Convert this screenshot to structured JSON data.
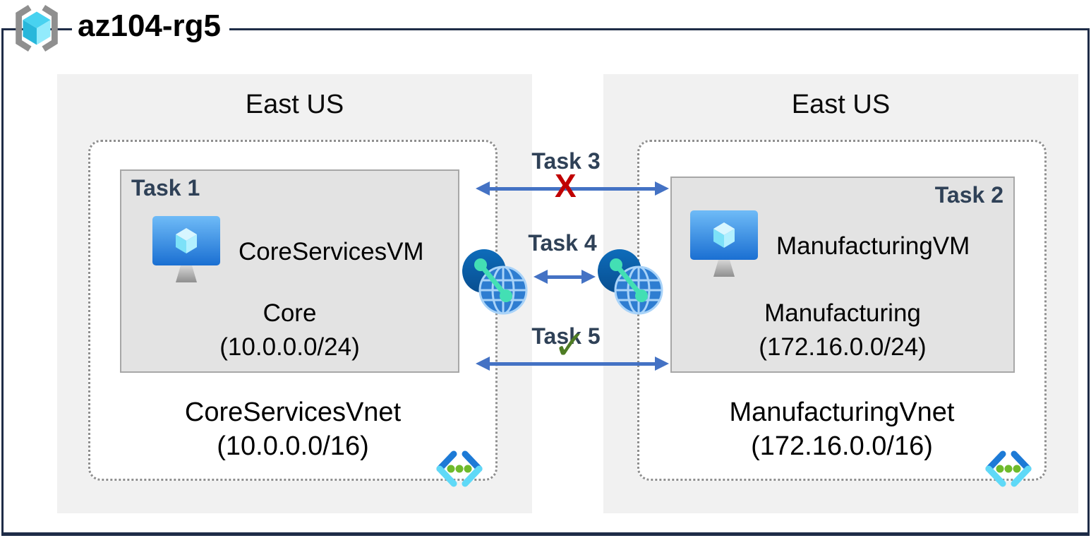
{
  "resource_group": {
    "name": "az104-rg5",
    "icon": "resource-group-icon"
  },
  "regions": [
    {
      "name": "East US",
      "vnet": {
        "name": "CoreServicesVnet",
        "cidr": "(10.0.0.0/16)",
        "icon": "virtual-network-icon"
      },
      "subnet": {
        "task_label": "Task 1",
        "vm_name": "CoreServicesVM",
        "vm_icon": "virtual-machine-icon",
        "name": "Core",
        "cidr": "(10.0.0.0/24)"
      }
    },
    {
      "name": "East US",
      "vnet": {
        "name": "ManufacturingVnet",
        "cidr": "(172.16.0.0/16)",
        "icon": "virtual-network-icon"
      },
      "subnet": {
        "task_label": "Task 2",
        "vm_name": "ManufacturingVM",
        "vm_icon": "virtual-machine-icon",
        "name": "Manufacturing",
        "cidr": "(172.16.0.0/24)"
      }
    }
  ],
  "connections": [
    {
      "label": "Task 3",
      "marker": "X",
      "marker_color": "#c00000"
    },
    {
      "label": "Task 4",
      "icon": "network-peering-icon"
    },
    {
      "label": "Task 5",
      "marker": "✓",
      "marker_color": "#4e7c24"
    }
  ],
  "colors": {
    "frame_border": "#1e2c47",
    "task_label": "#2f4157",
    "arrow": "#4472c4",
    "x_marker": "#c00000",
    "check_marker": "#4e7c24",
    "region_fill": "#f1f1f1",
    "subnet_fill": "#e3e3e3",
    "vnet_border": "#8f8f8f"
  }
}
